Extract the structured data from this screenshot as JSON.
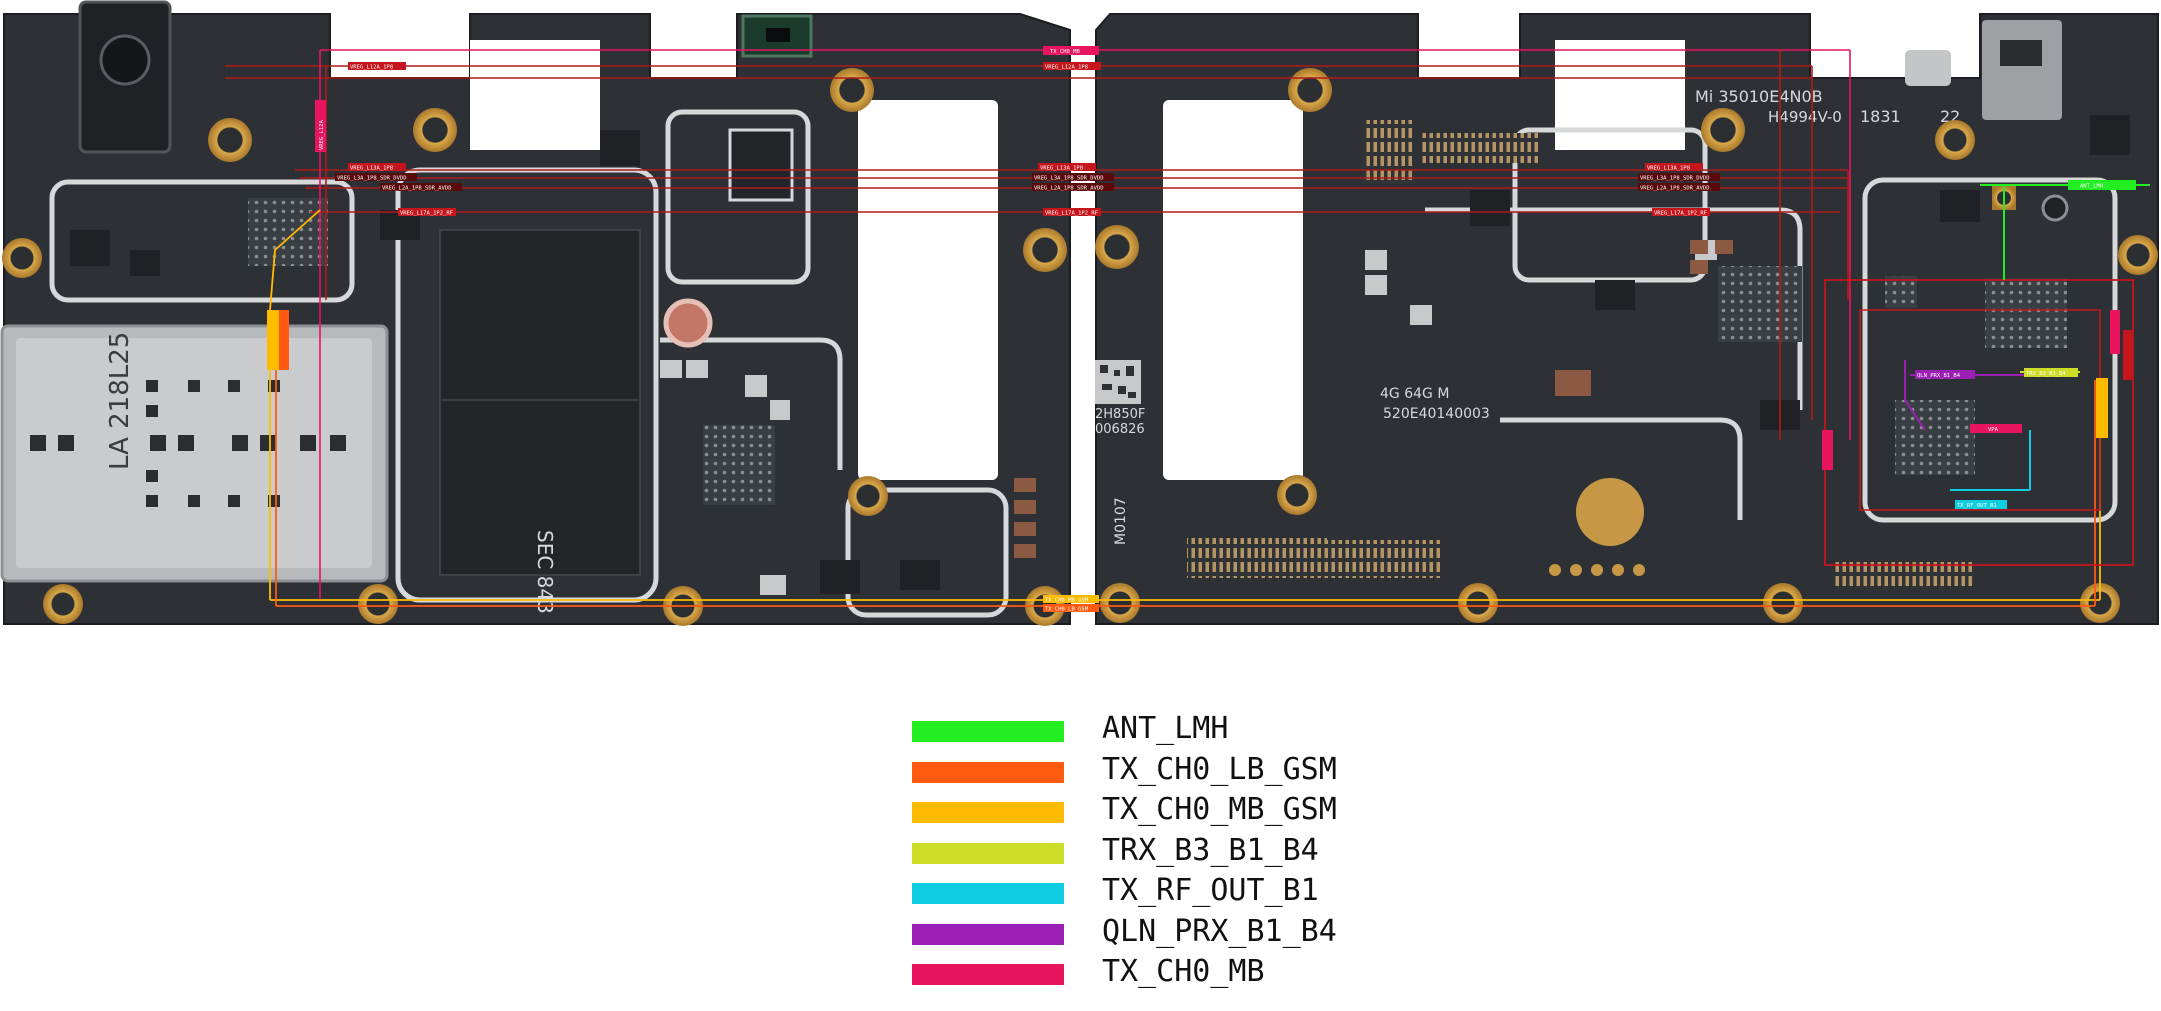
{
  "legend": {
    "items": [
      {
        "label": "ANT_LMH",
        "color": "#22ee22"
      },
      {
        "label": "TX_CH0_LB_GSM",
        "color": "#ff5a0f"
      },
      {
        "label": "TX_CH0_MB_GSM",
        "color": "#ffbb00"
      },
      {
        "label": "TRX_B3_B1_B4",
        "color": "#cddc24"
      },
      {
        "label": "TX_RF_OUT_B1",
        "color": "#0fcde0"
      },
      {
        "label": "QLN_PRX_B1_B4",
        "color": "#9b1fb5"
      },
      {
        "label": "TX_CH0_MB",
        "color": "#e8155e"
      }
    ]
  },
  "board": {
    "silk": {
      "sim_label": "LA 218L25",
      "board_model": "Mi 35010E4N0B",
      "board_rev": "H4994V-0",
      "date_code_a": "1831",
      "date_code_b": "22",
      "flash_label_a": "4G   64G M",
      "flash_label_b": "520E40140003",
      "qr_label_a": "2H850F",
      "qr_label_b": "006826",
      "chip_mark": "SEC 843",
      "rotated_mark": "M0107"
    },
    "tags": {
      "vreg_l12a_a": "VREG_L12A_1P8",
      "vreg_l12a_b": "VREG_L12A_1P8",
      "tx_ch0_mb_top": "TX_CH0_MB",
      "vreg_l13a_1": "VREG_L13A_1P8",
      "vreg_l13a_2": "VREG_L13A_1P8",
      "vreg_l13a_3": "VREG_L13A_1P8",
      "vreg_l3a": "VREG_L3A_1P8_SDR_DVDD",
      "vreg_l3a_2": "VREG_L3A_1P8_SDR_DVDD",
      "vreg_l3a_3": "VREG_L3A_1P8_SDR_DVDD",
      "vreg_l2a": "VREG_L2A_1P8_SDR_AVDD",
      "vreg_l2a_2": "VREG_L2A_1P8_SDR_AVDD",
      "vreg_l2a_3": "VREG_L2A_1P8_SDR_AVDD",
      "vreg_l17a": "VREG_L17A_1P2_RF",
      "vreg_l17a_2": "VREG_L17A_1P2_RF",
      "vreg_l17a_3": "VREG_L17A_1P2_RF",
      "tx_lb_gsm_bottom": "TX_CH0_LB_GSM",
      "tx_mb_gsm_bottom": "TX_CH0_MB_GSM",
      "ant_lmh_tag": "ANT_LMH",
      "qln_tag": "QLN_PRX_B1_B4",
      "trx_tag": "TRX_B3_B1_B4",
      "vpa_tag": "VPA",
      "tx_rf_out_tag": "TX_RF_OUT_B1",
      "side_tag": "VREG_L12A"
    }
  }
}
